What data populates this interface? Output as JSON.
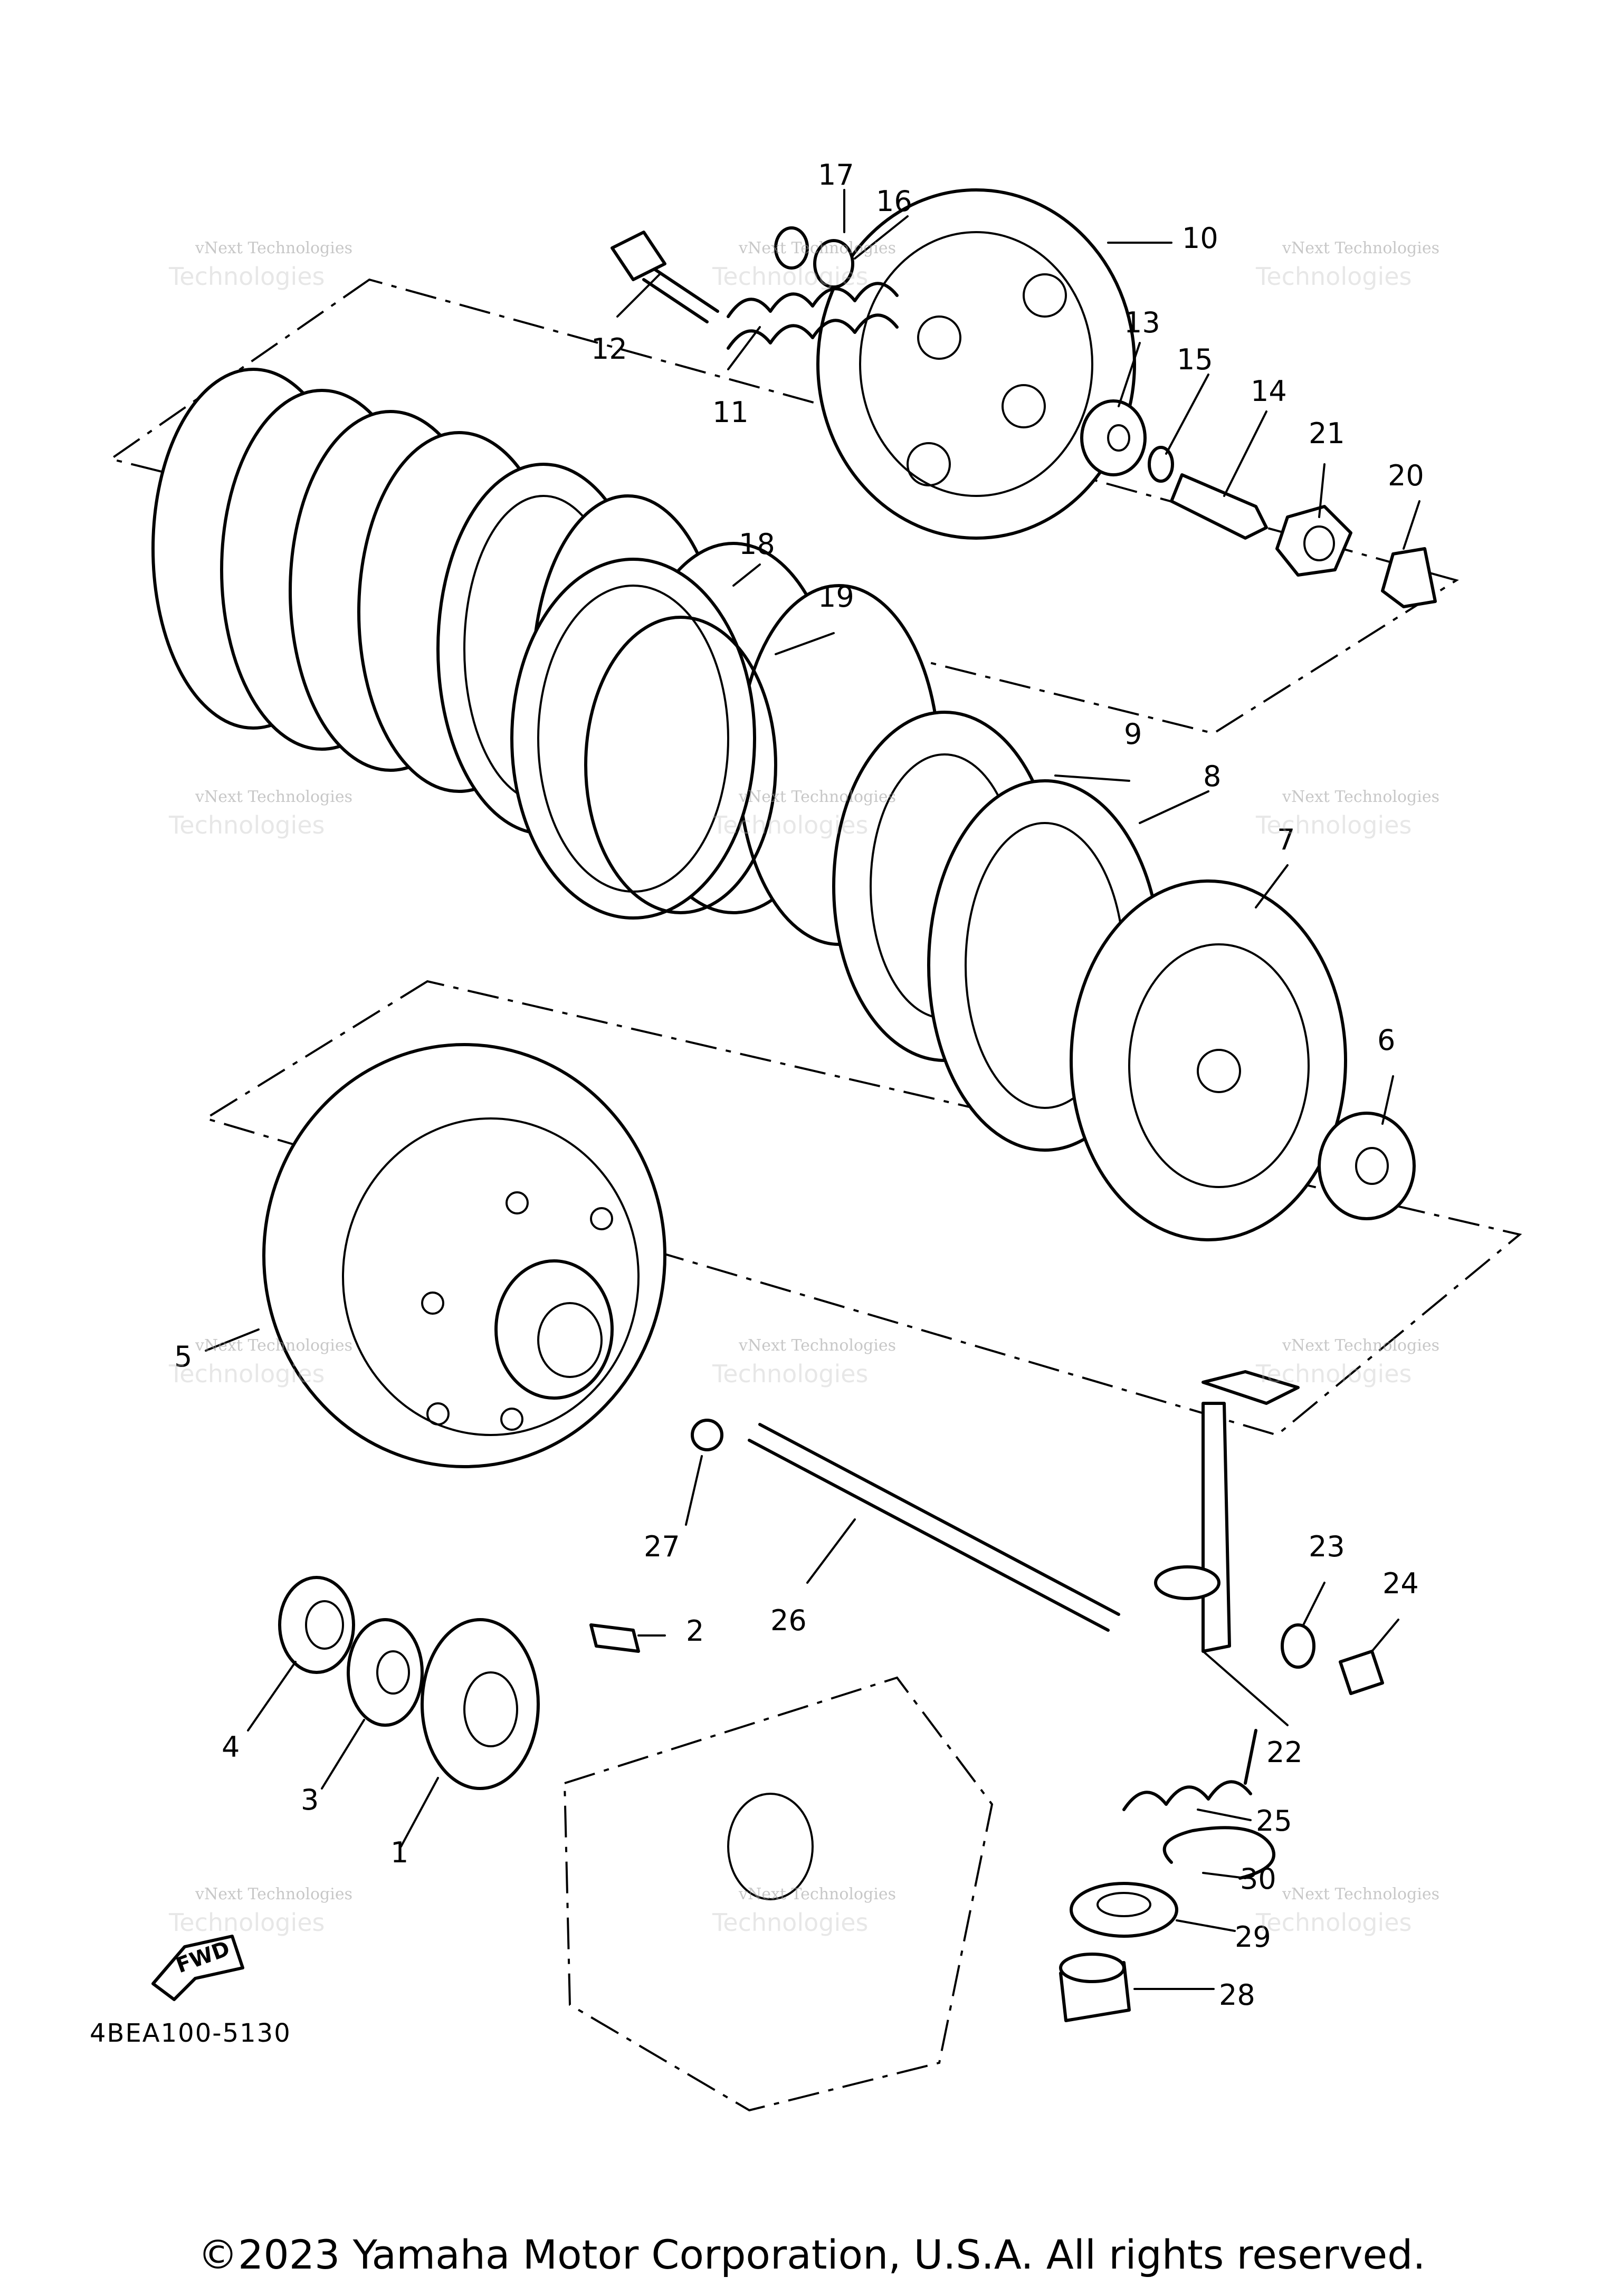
{
  "diagram_code": "4BEA100-5130",
  "copyright": "©2023 Yamaha Motor Corporation, U.S.A. All rights reserved.",
  "direction_label": "FWD",
  "watermark": {
    "line1": "vNext Technologies",
    "line2": "vNext",
    "line3": "Technologies"
  },
  "callouts": [
    "1",
    "2",
    "3",
    "4",
    "5",
    "6",
    "7",
    "8",
    "9",
    "10",
    "11",
    "12",
    "13",
    "14",
    "15",
    "16",
    "17",
    "18",
    "19",
    "20",
    "21",
    "22",
    "23",
    "24",
    "25",
    "26",
    "27",
    "28",
    "29",
    "30"
  ]
}
